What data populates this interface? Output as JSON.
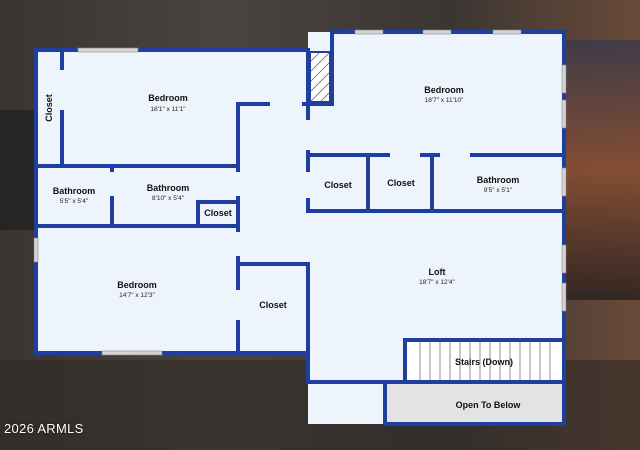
{
  "colors": {
    "wall": "#1f3fa0",
    "floor": "#eef4fb",
    "stairs_fill": "#ffffff",
    "open_below": "#e3e3e3",
    "window": "#d4d4d4"
  },
  "rooms": {
    "bedroom_top_left": {
      "label": "Bedroom",
      "dims": "18'1\" x 11'1\""
    },
    "bedroom_top_right": {
      "label": "Bedroom",
      "dims": "18'7\" x 11'10\""
    },
    "closet_left": {
      "label": "Closet"
    },
    "bathroom_small": {
      "label": "Bathroom",
      "dims": "5'5\" x 5'4\""
    },
    "bathroom_mid": {
      "label": "Bathroom",
      "dims": "8'10\" x 5'4\""
    },
    "closet_small": {
      "label": "Closet"
    },
    "bedroom_bottom_left": {
      "label": "Bedroom",
      "dims": "14'7\" x 12'3\""
    },
    "closet_hall": {
      "label": "Closet"
    },
    "closet_right_1": {
      "label": "Closet"
    },
    "closet_right_2": {
      "label": "Closet"
    },
    "bathroom_right": {
      "label": "Bathroom",
      "dims": "9'5\" x 5'1\""
    },
    "loft": {
      "label": "Loft",
      "dims": "18'7\" x 12'4\""
    },
    "stairs": {
      "label": "Stairs (Down)"
    },
    "open_below": {
      "label": "Open To Below"
    }
  },
  "watermark": "2026 ARMLS"
}
